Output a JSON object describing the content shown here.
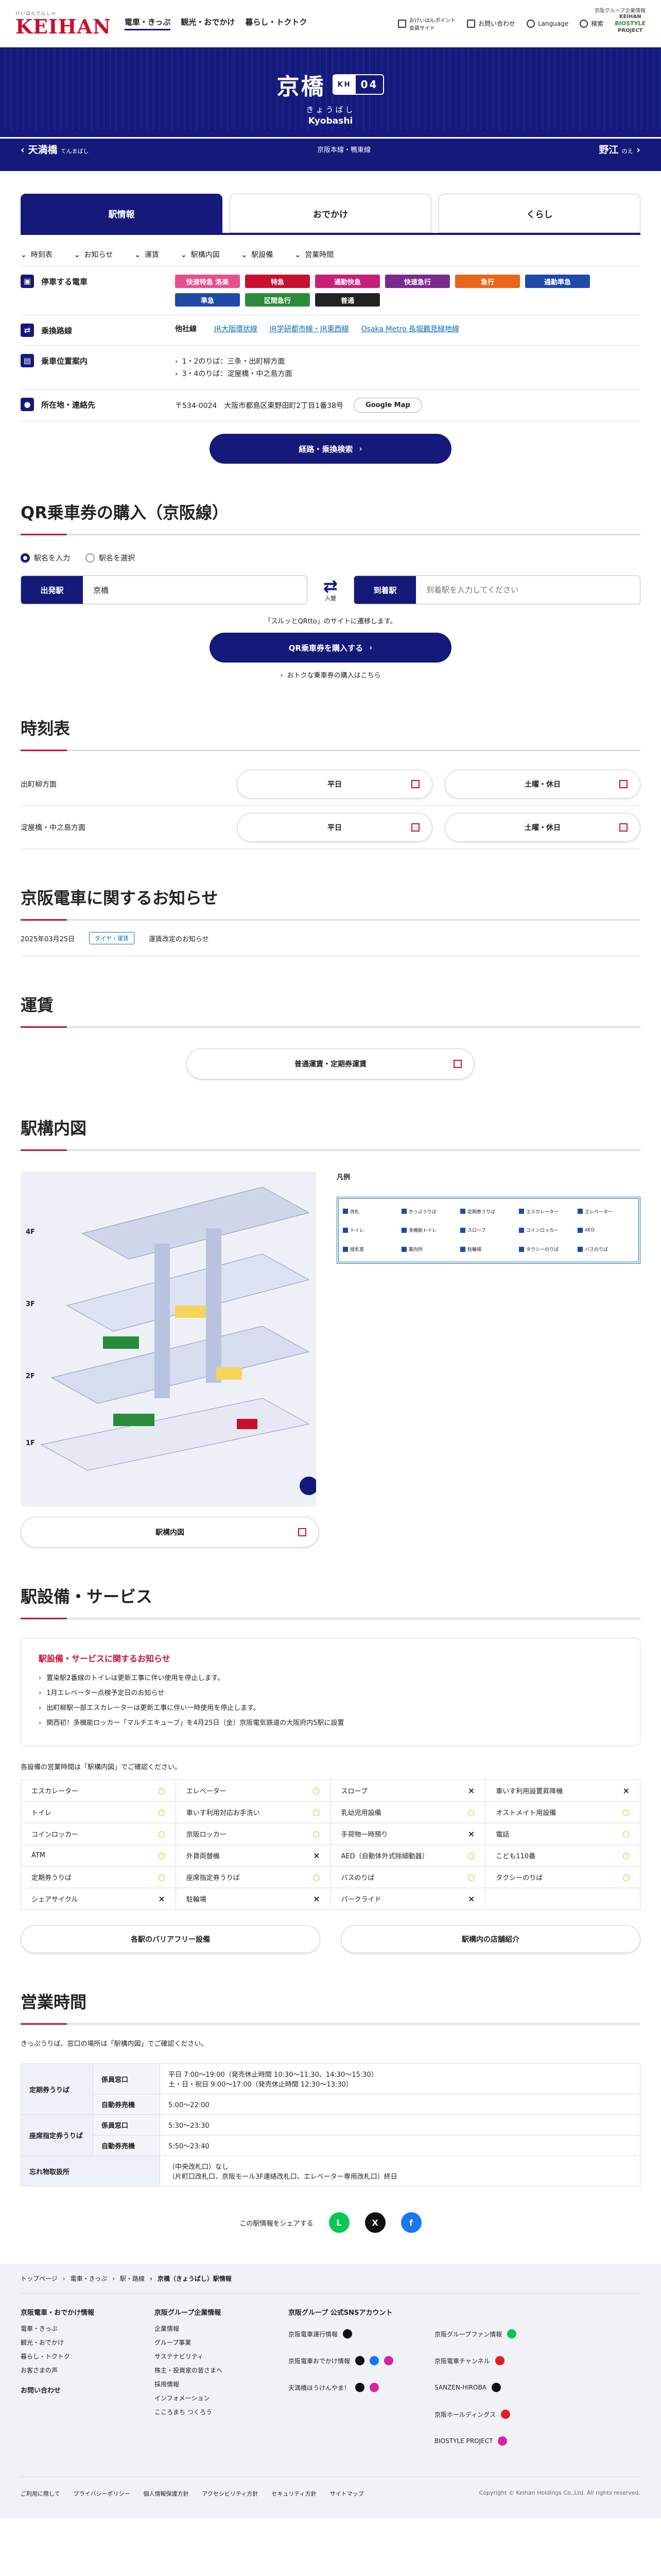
{
  "header": {
    "logo_small": "けいはんでんしゃ",
    "logo": "KEIHAN",
    "nav": [
      "電車・きっぷ",
      "観光・おでかけ",
      "暮らし・トクトク"
    ],
    "points_label": "おけいはんポイント 会員サイト",
    "contact": "お問い合わせ",
    "language": "Language",
    "search": "検索",
    "group": "京阪グループ企業情報",
    "bio_top": "KEIHAN",
    "bio_mid": "BIOSTYLE",
    "bio_bot": "PROJECT"
  },
  "station": {
    "name": "京橋",
    "kana": "きょうばし",
    "roman": "Kyobashi",
    "code_line": "KH",
    "code_num": "04",
    "prev_name": "天満橋",
    "prev_kana": "てんまばし",
    "line": "京阪本線・鴨東線",
    "next_name": "野江",
    "next_kana": "のえ"
  },
  "tabs": [
    "駅情報",
    "おでかけ",
    "くらし"
  ],
  "subnav": [
    "時刻表",
    "お知らせ",
    "運賃",
    "駅構内図",
    "駅設備",
    "営業時間"
  ],
  "info": {
    "trains_label": "停車する電車",
    "trains": [
      {
        "name": "快速特急 洛楽",
        "color": "#e4508c"
      },
      {
        "name": "特急",
        "color": "#c8102e"
      },
      {
        "name": "通勤快急",
        "color": "#c8207a"
      },
      {
        "name": "快速急行",
        "color": "#7a2a8c"
      },
      {
        "name": "急行",
        "color": "#e8661a"
      },
      {
        "name": "通勤準急",
        "color": "#1e4aa8"
      },
      {
        "name": "準急",
        "color": "#1e4aa8"
      },
      {
        "name": "区間急行",
        "color": "#2a8c3b"
      },
      {
        "name": "普通",
        "color": "#222222"
      }
    ],
    "transfer_label": "乗換路線",
    "transfer_company": "他社線",
    "transfers": [
      "JR大阪環状線",
      "JR学研都市線・JR東西線",
      "Osaka Metro 長堀鶴見緑地線"
    ],
    "platform_label": "乗車位置案内",
    "platforms": [
      "1・2のりば：三条・出町柳方面",
      "3・4のりば：淀屋橋・中之島方面"
    ],
    "address_label": "所在地・連絡先",
    "address": "〒534-0024　大阪市都島区東野田町2丁目1番38号",
    "gmap": "Google Map",
    "route_search": "経路・乗換検索"
  },
  "qr": {
    "title": "QR乗車券の購入（京阪線）",
    "radio_input": "駅名を入力",
    "radio_select": "駅名を選択",
    "from_label": "出発駅",
    "from_value": "京橋",
    "swap": "⇄",
    "swap_label": "入替",
    "to_label": "到着駅",
    "to_placeholder": "到着駅を入力してください",
    "note": "「スルッとQRtto」のサイトに遷移します。",
    "buy": "QR乗車券を購入する",
    "other": "おトクな乗車券の購入はこちら"
  },
  "timetable": {
    "title": "時刻表",
    "rows": [
      {
        "dir": "出町柳方面",
        "weekday": "平日",
        "holiday": "土曜・休日"
      },
      {
        "dir": "淀屋橋・中之島方面",
        "weekday": "平日",
        "holiday": "土曜・休日"
      }
    ]
  },
  "notices": {
    "title": "京阪電車に関するお知らせ",
    "date": "2025年03月25日",
    "tag": "ダイヤ・運賃",
    "text": "運賃改定のお知らせ"
  },
  "fare": {
    "title": "運賃",
    "button": "普通運賃・定期券運賃"
  },
  "map": {
    "title": "駅構内図",
    "legend_title": "凡例",
    "legend": [
      "改札",
      "きっぷうりば",
      "定期券うりば",
      "エスカレーター",
      "エレベーター",
      "トイレ",
      "多機能トイレ",
      "スロープ",
      "コインロッカー",
      "AED",
      "授乳室",
      "案内所",
      "駐輪場",
      "タクシーのりば",
      "バスのりば"
    ],
    "button": "駅構内図",
    "floors": [
      "4F",
      "3F",
      "2F",
      "1F"
    ]
  },
  "facilities": {
    "title": "駅設備・サービス",
    "notice_title": "駅設備・サービスに関するお知らせ",
    "notices": [
      "置染駅2番線のトイレは更新工事に伴い使用を停止します。",
      "1月エレベーター点検予定日のお知らせ",
      "出町柳駅一部エスカレーターは更新工事に伴い一時使用を停止します。",
      "関西初！多機能ロッカー「マルチエキューブ」を4月25日（金）京阪電気鉄道の大阪府内5駅に設置"
    ],
    "note": "各設備の営業時間は「駅構内図」でご確認ください。",
    "items": [
      {
        "name": "エスカレーター",
        "mark": "○"
      },
      {
        "name": "エレベーター",
        "mark": "○"
      },
      {
        "name": "スロープ",
        "mark": "×"
      },
      {
        "name": "車いす利用設置昇降機",
        "mark": "×"
      },
      {
        "name": "トイレ",
        "mark": "○"
      },
      {
        "name": "車いす利用対応お手洗い",
        "mark": "○"
      },
      {
        "name": "乳幼児用設備",
        "mark": "○"
      },
      {
        "name": "オストメイト用設備",
        "mark": "○"
      },
      {
        "name": "コインロッカー",
        "mark": "○"
      },
      {
        "name": "京阪ロッカー",
        "mark": "○"
      },
      {
        "name": "手荷物一時預り",
        "mark": "×"
      },
      {
        "name": "電話",
        "mark": "○"
      },
      {
        "name": "ATM",
        "mark": "○"
      },
      {
        "name": "外貨両替機",
        "mark": "×"
      },
      {
        "name": "AED（自動体外式除細動器）",
        "mark": "○"
      },
      {
        "name": "こども110番",
        "mark": "○"
      },
      {
        "name": "定期券うりば",
        "mark": "○"
      },
      {
        "name": "座席指定券うりば",
        "mark": "○"
      },
      {
        "name": "バスのりば",
        "mark": "○"
      },
      {
        "name": "タクシーのりば",
        "mark": "○"
      },
      {
        "name": "シェアサイクル",
        "mark": "×"
      },
      {
        "name": "駐輪場",
        "mark": "×"
      },
      {
        "name": "パークライド",
        "mark": "×"
      },
      {
        "name": "",
        "mark": ""
      }
    ],
    "btn_barrier": "各駅のバリアフリー設備",
    "btn_shops": "駅構内の店舗紹介"
  },
  "hours": {
    "title": "営業時間",
    "note": "きっぷうりば、窓口の場所は「駅構内図」でご確認ください。",
    "rows": [
      {
        "h": "定期券うりば",
        "s": "係員窓口",
        "v": "平日 7:00〜19:00（発売休止時間 10:30〜11:30、14:30〜15:30）\n土・日・祝日 9:00〜17:00（発売休止時間 12:30〜13:30）"
      },
      {
        "h": "",
        "s": "自動券売機",
        "v": "5:00〜22:00"
      },
      {
        "h": "座席指定券うりば",
        "s": "係員窓口",
        "v": "5:30〜23:30"
      },
      {
        "h": "",
        "s": "自動券売機",
        "v": "5:50〜23:40"
      },
      {
        "h": "忘れ物取扱所",
        "s": "",
        "v": "（中央改札口）なし\n（片町口改札口、京阪モール3F連絡改札口、エレベーター専用改札口）終日"
      }
    ]
  },
  "share": {
    "label": "この駅情報をシェアする"
  },
  "footer": {
    "crumbs": [
      "トップページ",
      "電車・きっぷ",
      "駅・路線",
      "京橋（きょうばし）駅情報"
    ],
    "col1_title": "京阪電車・おでかけ情報",
    "col1": [
      "電車・きっぷ",
      "観光・おでかけ",
      "暮らし・トクトク",
      "お客さまの声",
      ""
    ],
    "col1_extra": "お問い合わせ",
    "col2_title": "京阪グループ企業情報",
    "col2": [
      "企業情報",
      "グループ事業",
      "サステナビリティ",
      "株主・投資家の皆さまへ",
      "採用情報",
      "インフォメーション",
      "こころまち つくろう"
    ],
    "sns_title": "京阪グループ 公式SNSアカウント",
    "sns": [
      "京阪電車運行情報",
      "京阪グループファン情報",
      "京阪電車おでかけ情報",
      "京阪電車チャンネル",
      "天満橋ほうけんやま！",
      "SANZEN-HIROBA",
      "",
      "京阪ホールディングス",
      "",
      "BIOSTYLE PROJECT"
    ],
    "bottom": [
      "ご利用に際して",
      "プライバシーポリシー",
      "個人情報保護方針",
      "アクセシビリティ方針",
      "セキュリティ方針",
      "サイトマップ"
    ],
    "copyright": "Copyright © Keihan Holdings Co.,Ltd. All rights reserved."
  }
}
